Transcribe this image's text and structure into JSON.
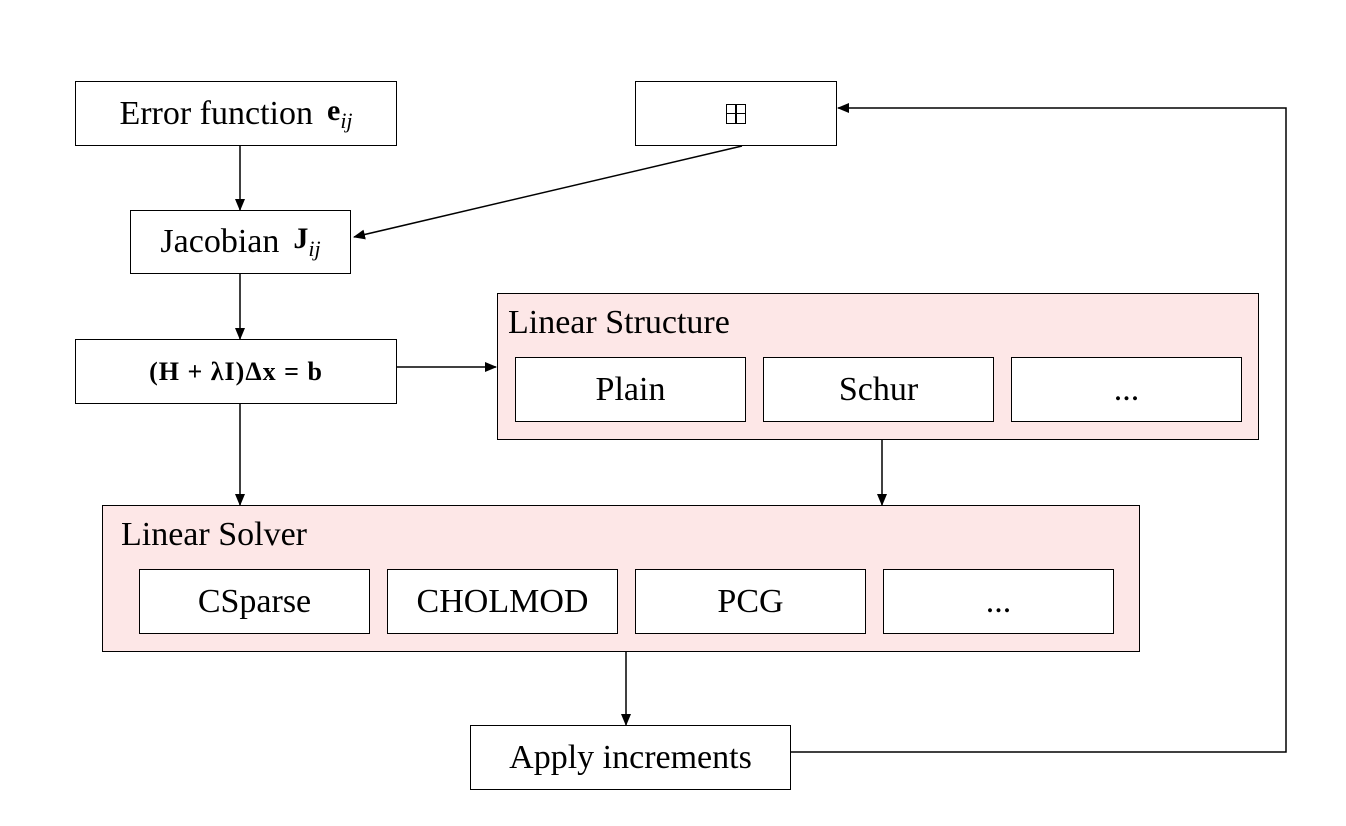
{
  "nodes": {
    "error_function": {
      "label": "Error function",
      "symbol": "e",
      "sub": "ij"
    },
    "jacobian": {
      "label": "Jacobian",
      "symbol": "J",
      "sub": "ij"
    },
    "update_operator": {
      "icon": "box-plus-icon"
    },
    "equation": {
      "text": "(H + λI)Δx = b"
    },
    "apply_increments": {
      "label": "Apply increments"
    }
  },
  "linear_structure": {
    "title": "Linear Structure",
    "items": [
      "Plain",
      "Schur",
      "..."
    ]
  },
  "linear_solver": {
    "title": "Linear Solver",
    "items": [
      "CSparse",
      "CHOLMOD",
      "PCG",
      "..."
    ]
  },
  "colors": {
    "group_fill": "#fde7e7",
    "stroke": "#000000",
    "box_fill": "#ffffff"
  }
}
